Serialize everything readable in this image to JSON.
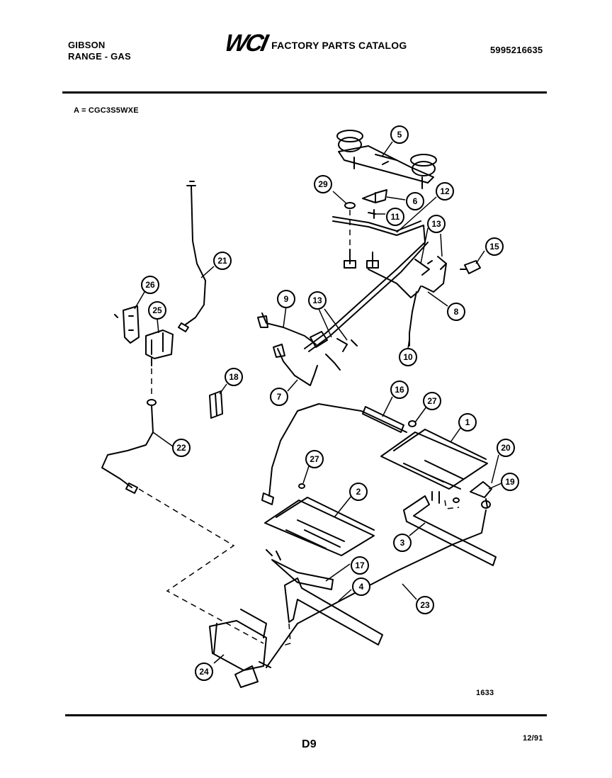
{
  "header": {
    "brand_line1": "GIBSON",
    "brand_line2": "RANGE - GAS",
    "logo": "WCI",
    "catalog_title": "FACTORY PARTS CATALOG",
    "part_number": "5995216635"
  },
  "model_label": "A = CGC3S5WXE",
  "reference": "1633",
  "page_label": "D9",
  "date": "12/91",
  "callouts": [
    {
      "label": "5"
    },
    {
      "label": "29"
    },
    {
      "label": "6"
    },
    {
      "label": "12"
    },
    {
      "label": "11"
    },
    {
      "label": "13"
    },
    {
      "label": "15"
    },
    {
      "label": "21"
    },
    {
      "label": "26"
    },
    {
      "label": "25"
    },
    {
      "label": "9"
    },
    {
      "label": "13"
    },
    {
      "label": "8"
    },
    {
      "label": "10"
    },
    {
      "label": "18"
    },
    {
      "label": "7"
    },
    {
      "label": "16"
    },
    {
      "label": "27"
    },
    {
      "label": "1"
    },
    {
      "label": "22"
    },
    {
      "label": "27"
    },
    {
      "label": "20"
    },
    {
      "label": "2"
    },
    {
      "label": "19"
    },
    {
      "label": "3"
    },
    {
      "label": "17"
    },
    {
      "label": "4"
    },
    {
      "label": "23"
    },
    {
      "label": "24"
    }
  ]
}
